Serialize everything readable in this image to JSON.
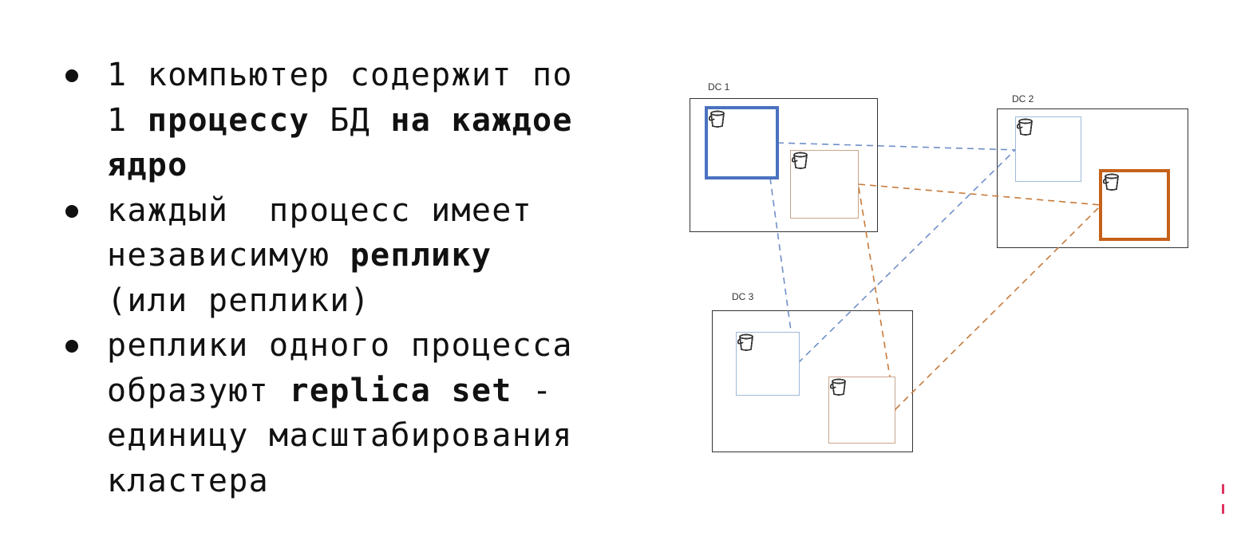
{
  "slide": {
    "bullets": [
      {
        "lines": [
          [
            {
              "text": "1 компьютер содержит по",
              "bold": false
            }
          ],
          [
            {
              "text": "1 ",
              "bold": false
            },
            {
              "text": "процессу",
              "bold": true
            },
            {
              "text": " БД ",
              "bold": false
            },
            {
              "text": "на каждое",
              "bold": true
            }
          ],
          [
            {
              "text": "ядро",
              "bold": true
            }
          ]
        ]
      },
      {
        "lines": [
          [
            {
              "text": "каждый  процесс имеет",
              "bold": false
            }
          ],
          [
            {
              "text": "независимую ",
              "bold": false
            },
            {
              "text": "реплику",
              "bold": true
            }
          ],
          [
            {
              "text": "(или реплики)",
              "bold": false
            }
          ]
        ]
      },
      {
        "lines": [
          [
            {
              "text": "реплики одного процесса",
              "bold": false
            }
          ],
          [
            {
              "text": "образуют ",
              "bold": false
            },
            {
              "text": "replica set",
              "bold": true
            },
            {
              "text": " -",
              "bold": false
            }
          ],
          [
            {
              "text": "единицу масштабирования",
              "bold": false
            }
          ],
          [
            {
              "text": "кластера",
              "bold": false
            }
          ]
        ]
      }
    ]
  },
  "diagram": {
    "datacenters": [
      {
        "label": "DC 1",
        "nodes": [
          {
            "color": "blue",
            "primary": true
          },
          {
            "color": "orange",
            "primary": false
          }
        ]
      },
      {
        "label": "DC 2",
        "nodes": [
          {
            "color": "blue",
            "primary": false
          },
          {
            "color": "orange",
            "primary": true
          }
        ]
      },
      {
        "label": "DC 3",
        "nodes": [
          {
            "color": "blue",
            "primary": false
          },
          {
            "color": "orange",
            "primary": false
          }
        ]
      }
    ],
    "node_icon": "bucket-icon",
    "buckets_per_node": 6,
    "colors": {
      "blue_primary": "#4a72c0",
      "blue_replica": "#9fb9d8",
      "orange_primary": "#c5611a",
      "orange_replica": "#c9a68c",
      "blue_link": "#6f8fc9",
      "orange_link": "#c77a3a",
      "accent_mark": "#e0325f"
    }
  }
}
